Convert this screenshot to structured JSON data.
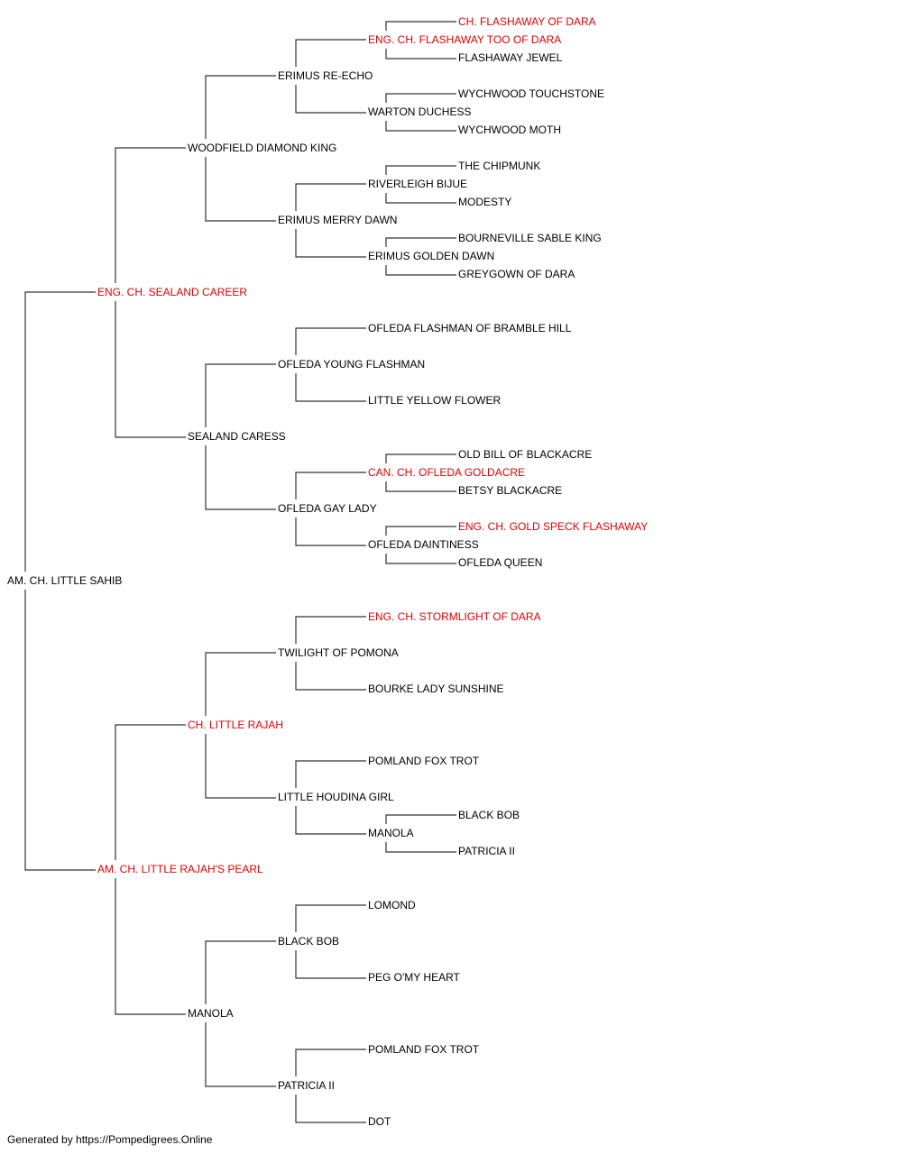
{
  "colors": {
    "normal": "#000000",
    "champion": "#e00000",
    "line": "#333333"
  },
  "pedigree": {
    "name": "AM. CH. LITTLE SAHIB",
    "champion": false,
    "sire": {
      "name": "ENG. CH. SEALAND CAREER",
      "champion": true,
      "sire": {
        "name": "WOODFIELD DIAMOND KING",
        "champion": false,
        "sire": {
          "name": "ERIMUS RE-ECHO",
          "champion": false,
          "sire": {
            "name": "ENG. CH. FLASHAWAY TOO OF DARA",
            "champion": true,
            "sire": {
              "name": "CH. FLASHAWAY OF DARA",
              "champion": true
            },
            "dam": {
              "name": "FLASHAWAY JEWEL",
              "champion": false
            }
          },
          "dam": {
            "name": "WARTON DUCHESS",
            "champion": false,
            "sire": {
              "name": "WYCHWOOD TOUCHSTONE",
              "champion": false
            },
            "dam": {
              "name": "WYCHWOOD MOTH",
              "champion": false
            }
          }
        },
        "dam": {
          "name": "ERIMUS MERRY DAWN",
          "champion": false,
          "sire": {
            "name": "RIVERLEIGH BIJUE",
            "champion": false,
            "sire": {
              "name": "THE CHIPMUNK",
              "champion": false
            },
            "dam": {
              "name": "MODESTY",
              "champion": false
            }
          },
          "dam": {
            "name": "ERIMUS GOLDEN DAWN",
            "champion": false,
            "sire": {
              "name": "BOURNEVILLE SABLE KING",
              "champion": false
            },
            "dam": {
              "name": "GREYGOWN OF DARA",
              "champion": false
            }
          }
        }
      },
      "dam": {
        "name": "SEALAND CARESS",
        "champion": false,
        "sire": {
          "name": "OFLEDA YOUNG FLASHMAN",
          "champion": false,
          "sire": {
            "name": "OFLEDA FLASHMAN OF BRAMBLE HILL",
            "champion": false
          },
          "dam": {
            "name": "LITTLE YELLOW FLOWER",
            "champion": false
          }
        },
        "dam": {
          "name": "OFLEDA GAY LADY",
          "champion": false,
          "sire": {
            "name": "CAN. CH. OFLEDA GOLDACRE",
            "champion": true,
            "sire": {
              "name": "OLD BILL OF BLACKACRE",
              "champion": false
            },
            "dam": {
              "name": "BETSY BLACKACRE",
              "champion": false
            }
          },
          "dam": {
            "name": "OFLEDA DAINTINESS",
            "champion": false,
            "sire": {
              "name": "ENG. CH. GOLD SPECK FLASHAWAY",
              "champion": true
            },
            "dam": {
              "name": "OFLEDA QUEEN",
              "champion": false
            }
          }
        }
      }
    },
    "dam": {
      "name": "AM. CH. LITTLE RAJAH'S PEARL",
      "champion": true,
      "sire": {
        "name": "CH. LITTLE RAJAH",
        "champion": true,
        "sire": {
          "name": "TWILIGHT OF POMONA",
          "champion": false,
          "sire": {
            "name": "ENG. CH. STORMLIGHT OF DARA",
            "champion": true
          },
          "dam": {
            "name": "BOURKE LADY SUNSHINE",
            "champion": false
          }
        },
        "dam": {
          "name": "LITTLE HOUDINA GIRL",
          "champion": false,
          "sire": {
            "name": "POMLAND FOX TROT",
            "champion": false
          },
          "dam": {
            "name": "MANOLA",
            "champion": false,
            "sire": {
              "name": "BLACK BOB",
              "champion": false
            },
            "dam": {
              "name": "PATRICIA II",
              "champion": false
            }
          }
        }
      },
      "dam": {
        "name": "MANOLA",
        "champion": false,
        "sire": {
          "name": "BLACK BOB",
          "champion": false,
          "sire": {
            "name": "LOMOND",
            "champion": false
          },
          "dam": {
            "name": "PEG O'MY HEART",
            "champion": false
          }
        },
        "dam": {
          "name": "PATRICIA II",
          "champion": false,
          "sire": {
            "name": "POMLAND FOX TROT",
            "champion": false
          },
          "dam": {
            "name": "DOT",
            "champion": false
          }
        }
      }
    }
  },
  "footer": {
    "text": "Generated by https://Pompedigrees.Online"
  }
}
